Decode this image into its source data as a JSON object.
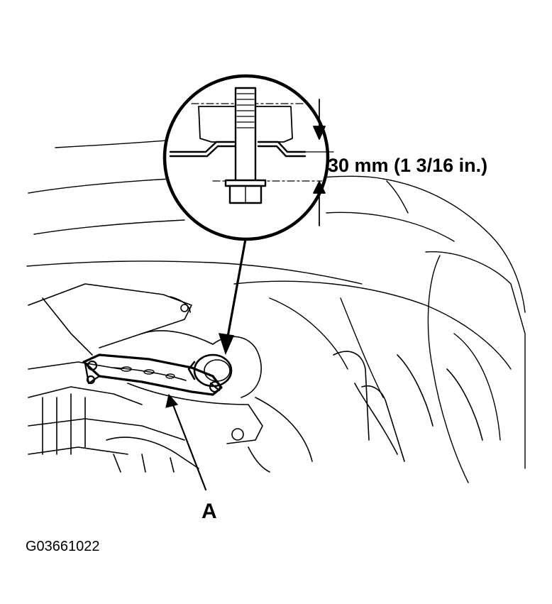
{
  "labels": {
    "dimension": "30 mm (1 3/16 in.)",
    "part": "A",
    "figure_code": "G03661022"
  },
  "colors": {
    "ink": "#000000",
    "paper": "#ffffff"
  }
}
